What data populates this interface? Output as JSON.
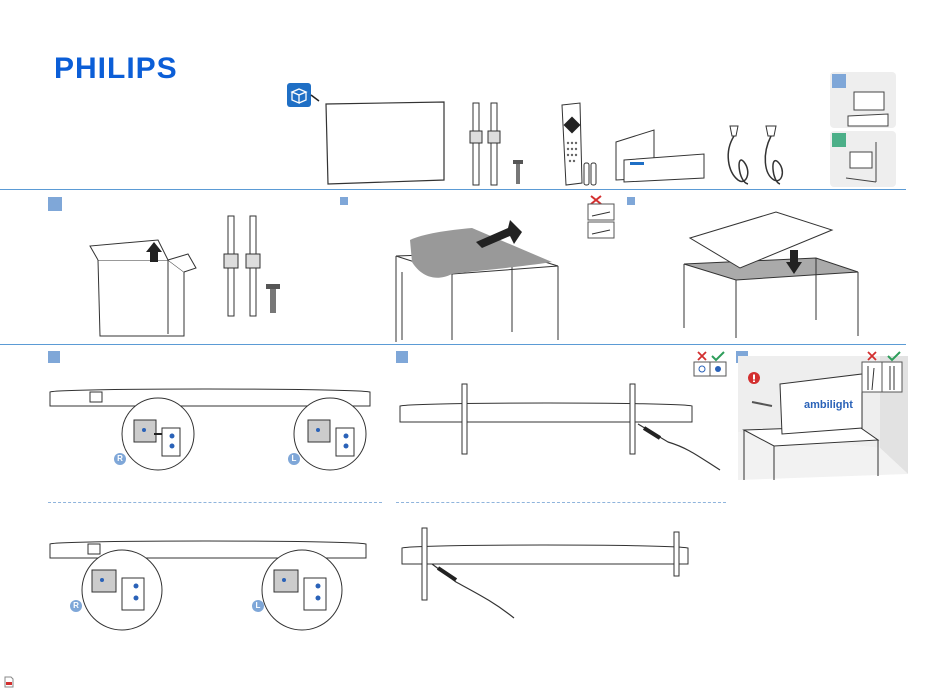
{
  "brand": {
    "logo_text": "PHILIPS",
    "color": "#0b5ed7"
  },
  "accent": {
    "step_badge": "#7fa7d8",
    "check": "#2e9e5b",
    "cross": "#d32f2f",
    "warning": "#d32f2f"
  },
  "side_label": {
    "right": "R",
    "left": "L"
  },
  "ambilight": {
    "text": "ambilight"
  },
  "icons": {
    "box_contents": "open-box-icon",
    "warning": "warning-icon",
    "correct": "check-icon",
    "incorrect": "cross-icon",
    "footer": "document-icon"
  }
}
